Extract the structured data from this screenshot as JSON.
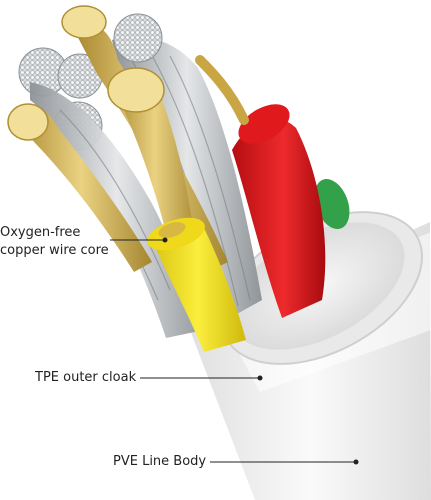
{
  "callouts": {
    "core_line1": "Oxygen-free",
    "core_line2": "copper wire core",
    "tpe": "TPE outer cloak",
    "pve": "PVE Line Body"
  },
  "colors": {
    "background": "#ffffff",
    "copper": "#c9a544",
    "copper_light": "#efd98b",
    "silver": "#b8bcc0",
    "red_insulation": "#d5151a",
    "yellow_insulation": "#f3e01b",
    "green_insulation": "#33a04a",
    "jacket": "#f2f2f2",
    "leader_line": "#222222"
  }
}
